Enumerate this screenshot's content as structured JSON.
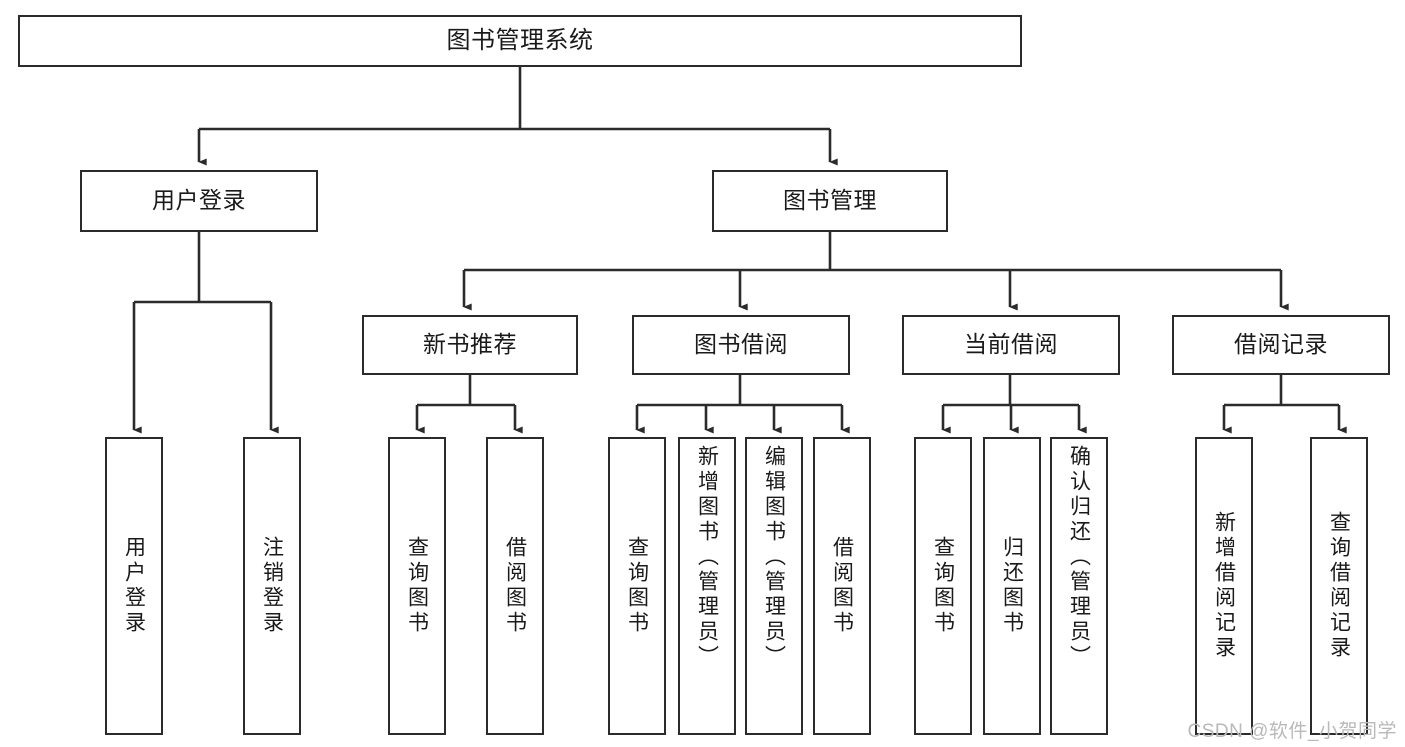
{
  "diagram": {
    "title": "图书管理系统",
    "type": "tree-hierarchy-diagram",
    "watermark": "CSDN @软件_小贺同学",
    "colors": {
      "box_border": "#2b2b2b",
      "box_fill": "#ffffff",
      "connector": "#2b2b2b",
      "text": "#1a1a1a",
      "watermark": "#b9b9b9"
    },
    "nodes": {
      "root": {
        "label": "图书管理系统"
      },
      "tier1": [
        {
          "id": "user-login",
          "label": "用户登录"
        },
        {
          "id": "book-manage",
          "label": "图书管理"
        }
      ],
      "tier2": [
        {
          "id": "new-book-rec",
          "label": "新书推荐"
        },
        {
          "id": "book-borrow",
          "label": "图书借阅"
        },
        {
          "id": "current-borrow",
          "label": "当前借阅"
        },
        {
          "id": "borrow-record",
          "label": "借阅记录"
        }
      ],
      "leaves": {
        "user-login": [
          {
            "id": "leaf-user-login",
            "label": "用户登录"
          },
          {
            "id": "leaf-logout",
            "label": "注销登录"
          }
        ],
        "new-book-rec": [
          {
            "id": "leaf-query-book-1",
            "label": "查询图书"
          },
          {
            "id": "leaf-borrow-book-1",
            "label": "借阅图书"
          }
        ],
        "book-borrow": [
          {
            "id": "leaf-query-book-2",
            "label": "查询图书"
          },
          {
            "id": "leaf-add-book",
            "label": "新增图书（管理员）"
          },
          {
            "id": "leaf-edit-book",
            "label": "编辑图书（管理员）"
          },
          {
            "id": "leaf-borrow-book-2",
            "label": "借阅图书"
          }
        ],
        "current-borrow": [
          {
            "id": "leaf-query-book-3",
            "label": "查询图书"
          },
          {
            "id": "leaf-return-book",
            "label": "归还图书"
          },
          {
            "id": "leaf-confirm-return",
            "label": "确认归还（管理员）"
          }
        ],
        "borrow-record": [
          {
            "id": "leaf-add-record",
            "label": "新增借阅记录"
          },
          {
            "id": "leaf-query-record",
            "label": "查询借阅记录"
          }
        ]
      }
    }
  }
}
